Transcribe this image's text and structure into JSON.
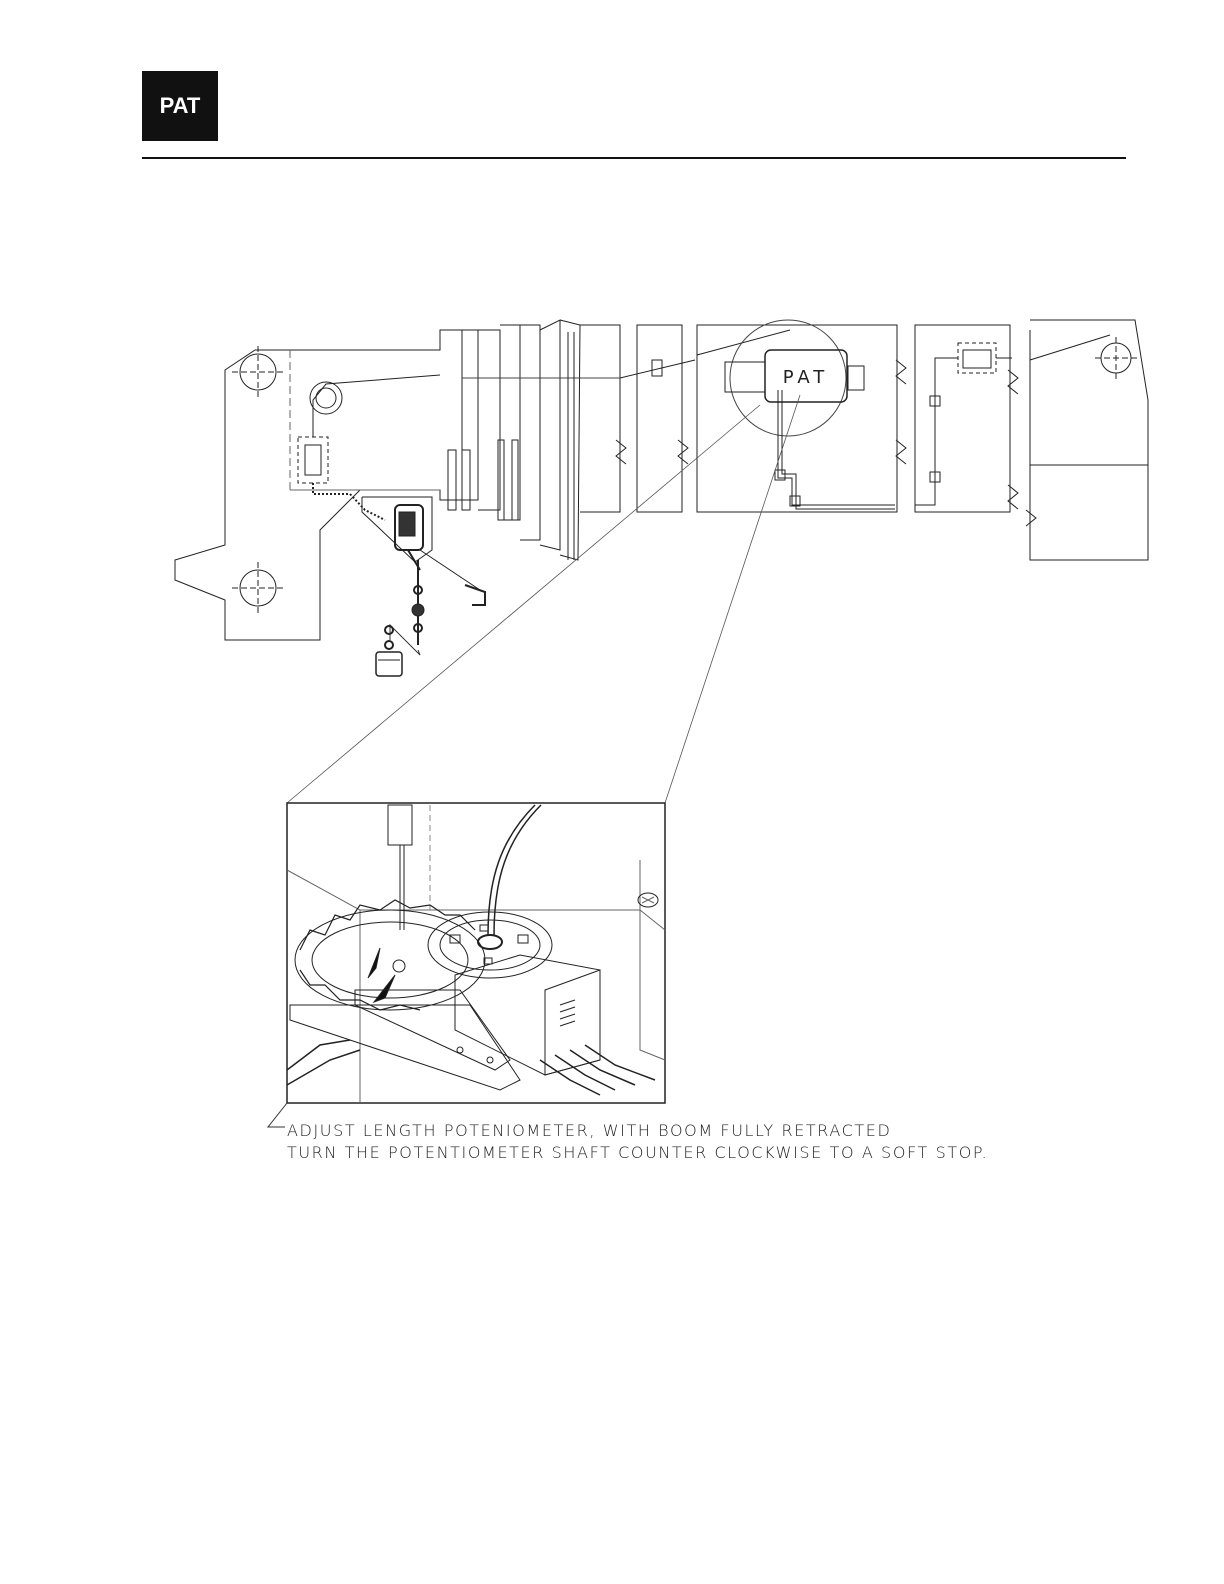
{
  "header": {
    "logo_text": "PAT"
  },
  "diagram": {
    "box_label": "PAT"
  },
  "caption": {
    "line1": "ADJUST LENGTH POTENIOMETER, WITH BOOM FULLY RETRACTED",
    "line2": "TURN THE POTENTIOMETER SHAFT COUNTER CLOCKWISE TO A SOFT STOP."
  }
}
